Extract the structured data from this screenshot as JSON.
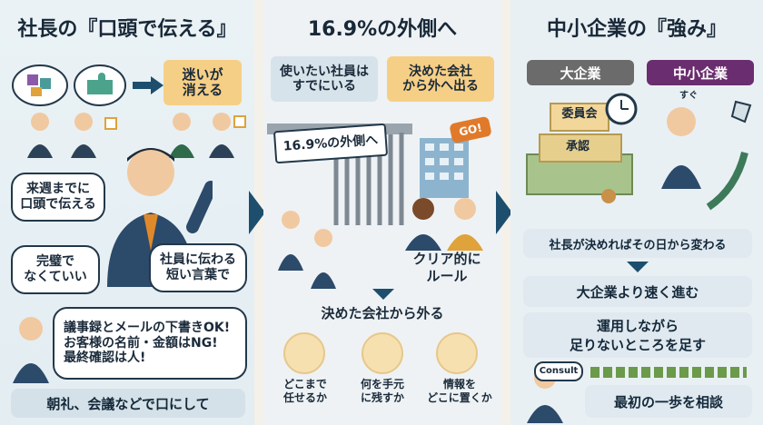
{
  "panel1": {
    "title": "社長の『口頭で伝える』",
    "tag_top": "迷いが\n消える",
    "bubble_next_week": "来週までに\n口頭で伝える",
    "bubble_not_perfect": "完璧で\nなくていい",
    "bubble_short_words": "社員に伝わる\n短い言葉で",
    "rules": "議事録とメールの下書きOK!\nお客様の名前・金額はNG!\n最終確認は人!",
    "bottom_bar": "朝礼、会議などで口にして"
  },
  "panel2": {
    "title": "16.9%の外側へ",
    "tag_left": "使いたい社員は\nすでにいる",
    "tag_right": "決めた会社\nから外へ出る",
    "fence_sign": "16.9%の外側へ",
    "go_sign": "GO!",
    "clear_rules": "クリア的に\nルール",
    "subheading": "決めた会社から外る",
    "icon1": "どこまで\n任せるか",
    "icon2": "何を手元\nに残すか",
    "icon3": "情報を\nどこに置くか"
  },
  "panel3": {
    "title": "中小企業の『強み』",
    "big_company": "大企業",
    "small_company": "中小企業",
    "committee": "委員会",
    "approval": "承認",
    "immediately": "すぐ",
    "box1": "社長が決めればその日から変わる",
    "box2": "大企業より速く進む",
    "box3": "運用しながら\n足りないところを足す",
    "consult_label": "Consult",
    "box4": "最初の一歩を相談"
  },
  "colors": {
    "navy": "#1d4e6e",
    "orange_tag": "#f6cf86",
    "big_company_gray": "#6b6b6b",
    "small_company_purple": "#6a2d6f"
  }
}
